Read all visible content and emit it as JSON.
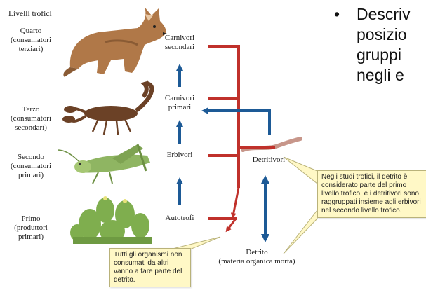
{
  "slide": {
    "bullet_lines": [
      "Descriv",
      "posizio",
      "gruppi",
      "negli e"
    ]
  },
  "diagram": {
    "title": "Livelli trofici",
    "levels": [
      {
        "name": "Quarto",
        "lines": [
          "(consumatori",
          "terziari)"
        ]
      },
      {
        "name": "Terzo",
        "lines": [
          "(consumatori",
          "secondari)"
        ]
      },
      {
        "name": "Secondo",
        "lines": [
          "(consumatori",
          "primari)"
        ]
      },
      {
        "name": "Primo",
        "lines": [
          "(produttori",
          "primari)"
        ]
      }
    ],
    "groups": [
      {
        "lines": [
          "Carnivori",
          "secondari"
        ]
      },
      {
        "lines": [
          "Carnivori",
          "primari"
        ]
      },
      {
        "lines": [
          "Erbivori"
        ]
      },
      {
        "lines": [
          "Autotrofi"
        ]
      }
    ],
    "detritivores_label": "Detritivori",
    "detritus_label": "Detrito",
    "detritus_sublabel": "(materia organica morta)",
    "callout_detritus": "Tutti gli organismi non consumati da altri vanno a fare parte del detrito.",
    "callout_studies": "Negli studi trofici, il detrito è considerato parte del primo livello trofico, e i detritivori sono raggruppati insieme agli erbivori nel secondo livello trofico.",
    "colors": {
      "red_arrow": "#c0312b",
      "blue_arrow": "#1d5a96",
      "callout_bg": "#fff8c6",
      "fox": "#b07848",
      "scorpion": "#6b4126",
      "grasshopper": "#8fb562",
      "cactus": "#7fae4e",
      "worm": "#c7968a"
    },
    "icons": [
      "fox-illustration",
      "scorpion-illustration",
      "grasshopper-illustration",
      "cactus-illustration",
      "worm-illustration"
    ]
  }
}
